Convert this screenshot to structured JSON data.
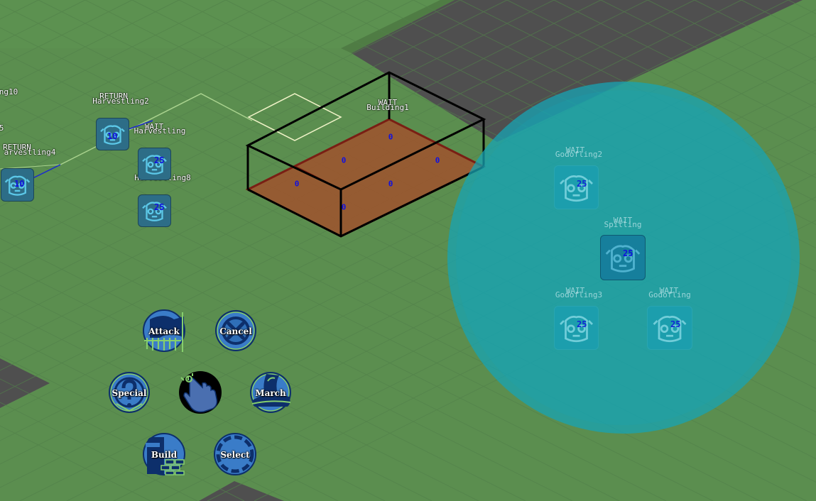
{
  "colors": {
    "grass": "#5b8e4f",
    "road": "#4f4f4f",
    "water_circle": "#17a3b3",
    "building_fill": "#a0522d",
    "unit_tile": "#2d6d87",
    "hp_text": "#1010e0",
    "button_blue": "#3a7cc8",
    "button_dark": "#0d2f6b",
    "pointer_accent": "#86cf6d"
  },
  "units": [
    {
      "state": "",
      "name": "ng10",
      "hp": ""
    },
    {
      "state": "",
      "name": "5",
      "hp": ""
    },
    {
      "state": "RETURN",
      "name": "Harvestling2",
      "hp": "10"
    },
    {
      "state": "WAIT",
      "name": "Harvestling",
      "hp": "25"
    },
    {
      "state": "RETURN",
      "name": "arvestling4",
      "hp": "10"
    },
    {
      "state": "WAIT",
      "name": "Harvestling8",
      "hp": "25"
    },
    {
      "state": "WAIT",
      "name": "Godofling2",
      "hp": "25"
    },
    {
      "state": "WAIT",
      "name": "Spitling",
      "hp": "25"
    },
    {
      "state": "WAIT",
      "name": "Godofling3",
      "hp": "25"
    },
    {
      "state": "WAIT",
      "name": "Godofling",
      "hp": "25"
    }
  ],
  "building": {
    "state": "WAIT",
    "name": "Building1",
    "cell_values": [
      "0",
      "0",
      "0",
      "0",
      "0",
      "0"
    ]
  },
  "commands": {
    "attack": {
      "label": "Attack",
      "icon": "flag-icon"
    },
    "cancel": {
      "label": "Cancel",
      "icon": "x-icon"
    },
    "special": {
      "label": "Special",
      "icon": "question-icon"
    },
    "pointer": {
      "label": "",
      "icon": "pointer-hand-icon"
    },
    "march": {
      "label": "March",
      "icon": "boot-icon"
    },
    "build": {
      "label": "Build",
      "icon": "brick-wall-icon"
    },
    "select": {
      "label": "Select",
      "icon": "circle-select-icon"
    }
  }
}
